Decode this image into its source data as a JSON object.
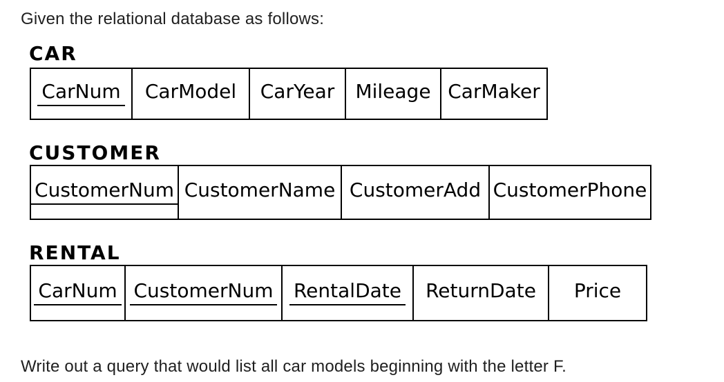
{
  "intro_text": "Given the relational database as follows:",
  "question_text": "Write out a query that would list all car models beginning with the letter F.",
  "tables": [
    {
      "name": "CAR",
      "columns": [
        {
          "label": "CarNum",
          "primary_key": true
        },
        {
          "label": "CarModel",
          "primary_key": false
        },
        {
          "label": "CarYear",
          "primary_key": false
        },
        {
          "label": "Mileage",
          "primary_key": false
        },
        {
          "label": "CarMaker",
          "primary_key": false
        }
      ]
    },
    {
      "name": "CUSTOMER",
      "columns": [
        {
          "label": "CustomerNum",
          "primary_key": true
        },
        {
          "label": "CustomerName",
          "primary_key": false
        },
        {
          "label": "CustomerAdd",
          "primary_key": false
        },
        {
          "label": "CustomerPhone",
          "primary_key": false
        }
      ]
    },
    {
      "name": "RENTAL",
      "columns": [
        {
          "label": "CarNum",
          "primary_key": true
        },
        {
          "label": "CustomerNum",
          "primary_key": true
        },
        {
          "label": "RentalDate",
          "primary_key": true
        },
        {
          "label": "ReturnDate",
          "primary_key": false
        },
        {
          "label": "Price",
          "primary_key": false
        }
      ]
    }
  ],
  "colors": {
    "background": "#ffffff",
    "paragraph_text": "#1f1f1f",
    "table_text": "#000000",
    "table_border": "#000000"
  }
}
